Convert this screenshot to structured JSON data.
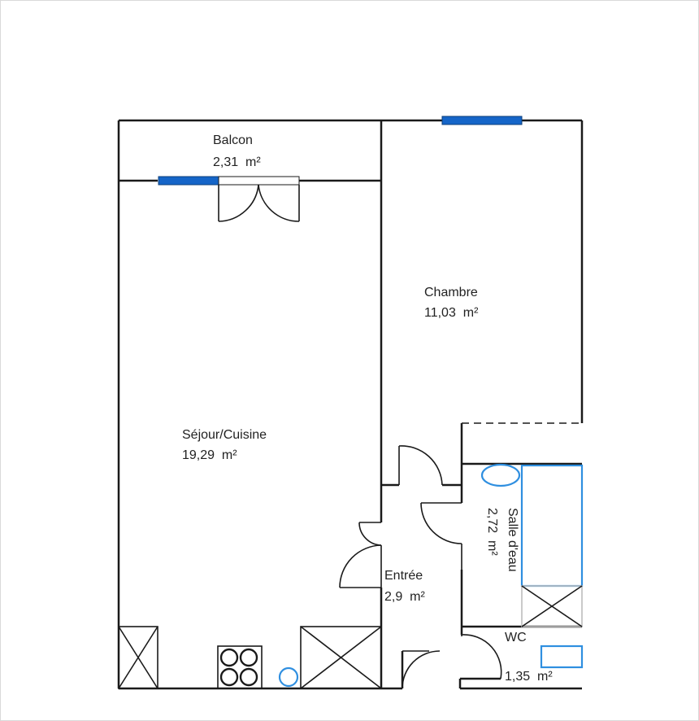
{
  "colors": {
    "walls": "#1a1a1a",
    "windows": "#1565c8",
    "plumbing": "#2f8fe0",
    "background": "#ffffff"
  },
  "rooms": {
    "balcon": {
      "name": "Balcon",
      "area": "2,31  m²"
    },
    "chambre": {
      "name": "Chambre",
      "area": "11,03  m²"
    },
    "sejour": {
      "name": "Séjour/Cuisine",
      "area": "19,29  m²"
    },
    "entree": {
      "name": "Entrée",
      "area": "2,9  m²"
    },
    "salle_eau": {
      "name": "Salle d'eau",
      "area": "2,72  m²"
    },
    "wc": {
      "name": "WC",
      "area": "1,35  m²"
    }
  },
  "fixtures": {
    "window": "window-icon",
    "cooktop": "cooktop-icon",
    "sink": "sink-icon",
    "shower": "shower-icon",
    "door": "door-icon"
  }
}
